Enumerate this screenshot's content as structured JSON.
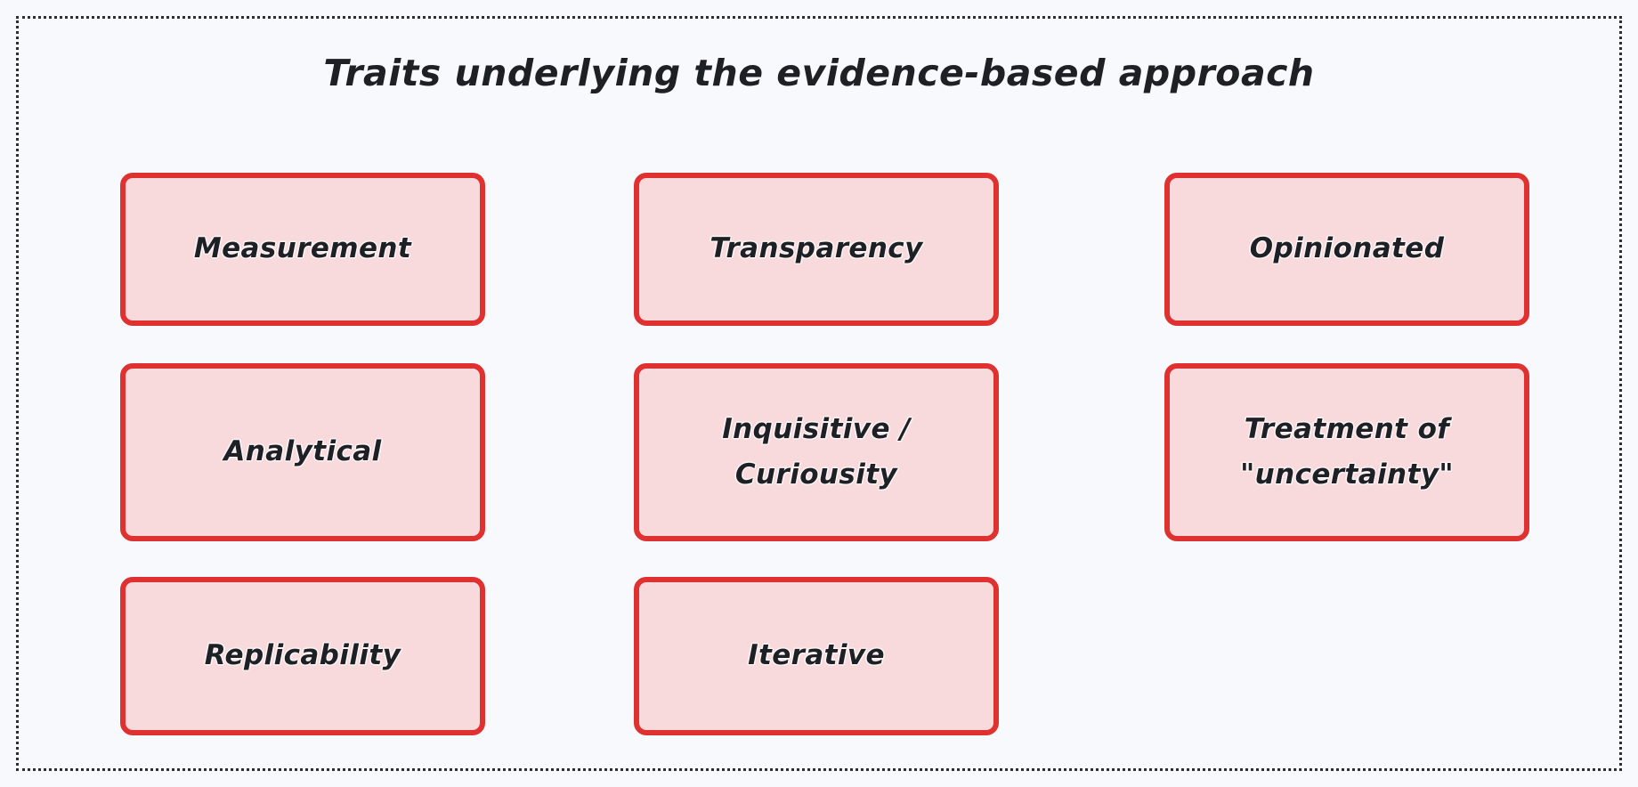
{
  "page": {
    "background_color": "#f8f9fc",
    "frame": {
      "style": "dotted",
      "color": "#2b2f36"
    }
  },
  "title": "Traits underlying the evidence-based approach",
  "theme": {
    "box_border_color": "#e03131",
    "box_fill_color": "#f8dadd",
    "text_color": "#1d2125",
    "text_outline_color": "#fdf3f4"
  },
  "grid": {
    "columns": 3,
    "rows": 3,
    "cells": [
      {
        "row": 1,
        "column": 1,
        "label": "Measurement",
        "present": true
      },
      {
        "row": 1,
        "column": 2,
        "label": "Transparency",
        "present": true
      },
      {
        "row": 1,
        "column": 3,
        "label": "Opinionated",
        "present": true
      },
      {
        "row": 2,
        "column": 1,
        "label": "Analytical",
        "present": true
      },
      {
        "row": 2,
        "column": 2,
        "label": "Inquisitive /\nCuriousity",
        "present": true
      },
      {
        "row": 2,
        "column": 3,
        "label": "Treatment of\n\"uncertainty\"",
        "present": true
      },
      {
        "row": 3,
        "column": 1,
        "label": "Replicability",
        "present": true
      },
      {
        "row": 3,
        "column": 2,
        "label": "Iterative",
        "present": true
      },
      {
        "row": 3,
        "column": 3,
        "label": "",
        "present": false
      }
    ]
  }
}
